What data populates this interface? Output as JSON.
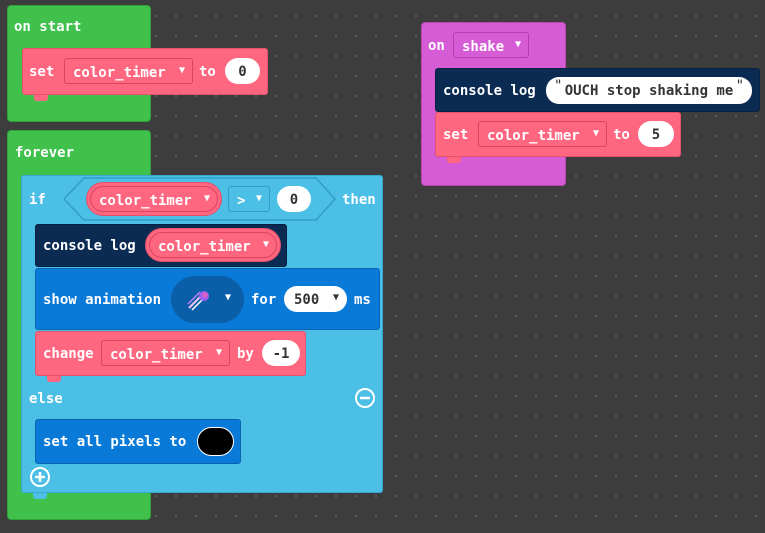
{
  "on_start": {
    "label": "on start",
    "set_label": "set",
    "variable": "color_timer",
    "to_label": "to",
    "value": "0"
  },
  "forever": {
    "label": "forever",
    "if_label": "if",
    "condition_variable": "color_timer",
    "operator": ">",
    "compare_value": "0",
    "then_label": "then",
    "console_log_label": "console log",
    "console_log_variable": "color_timer",
    "show_animation_label": "show animation",
    "for_label": "for",
    "duration": "500",
    "ms_label": "ms",
    "change_label": "change",
    "change_variable": "color_timer",
    "by_label": "by",
    "change_value": "-1",
    "else_label": "else",
    "set_all_pixels_label": "set all pixels to",
    "pixel_color": "#000000"
  },
  "on_shake": {
    "on_label": "on",
    "gesture": "shake",
    "console_log_label": "console log",
    "message": "OUCH stop shaking me",
    "set_label": "set",
    "variable": "color_timer",
    "to_label": "to",
    "value": "5"
  },
  "icons": {
    "dropdown": "chevron-down-icon",
    "animation": "comet-icon",
    "collapse": "minus-circle-icon",
    "add": "plus-circle-icon"
  },
  "colors": {
    "events": "#3fc14b",
    "variables": "#ff6680",
    "logic": "#4cbfe6",
    "console": "#0b2b52",
    "led": "#0a7ad8",
    "input": "#d65cd6"
  }
}
